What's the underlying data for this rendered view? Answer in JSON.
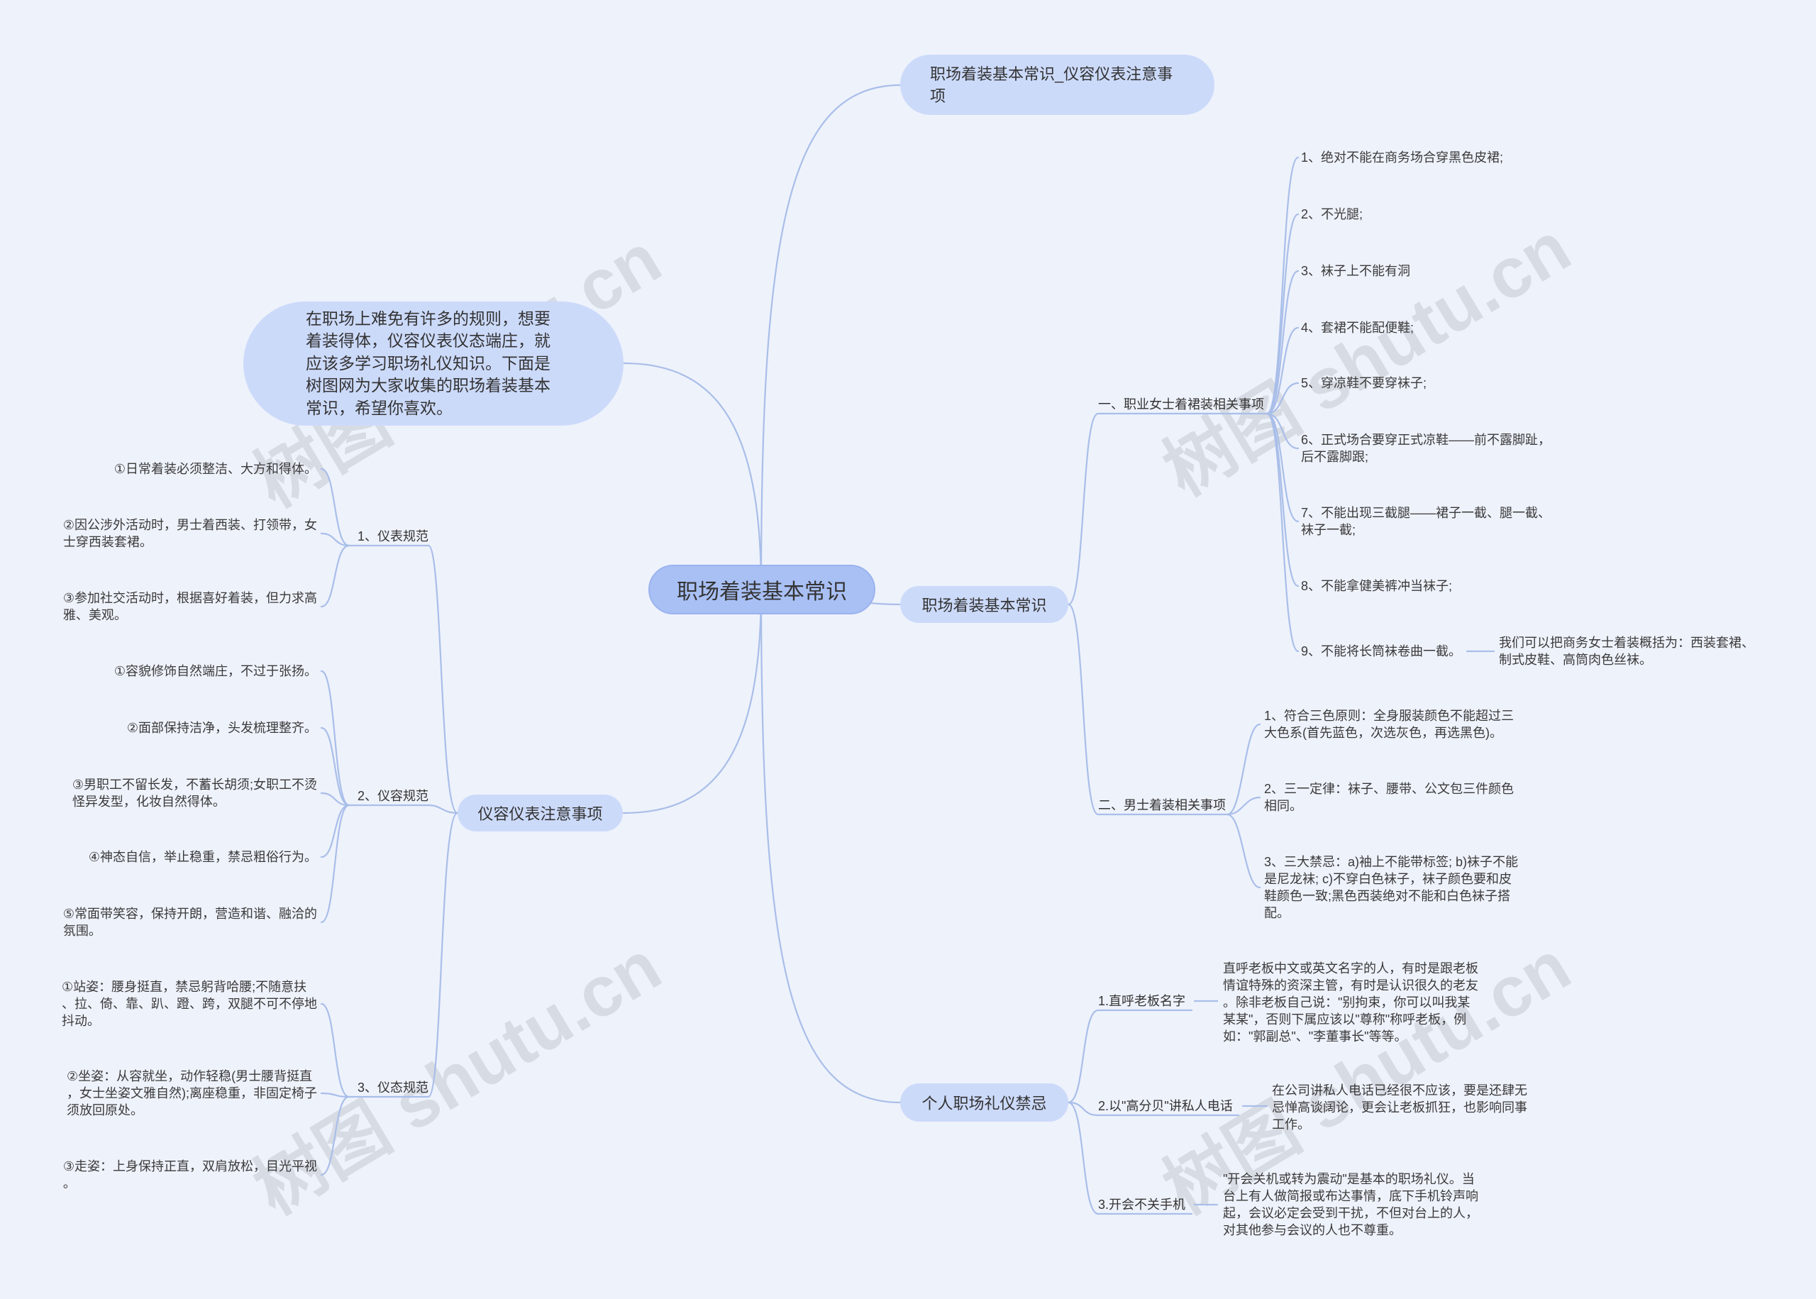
{
  "colors": {
    "background": "#eef2fb",
    "center_node": "#a9c0f5",
    "node": "#ccdafa",
    "connector": "#a9bee9",
    "text": "#333333"
  },
  "watermark": "树图 shutu.cn",
  "center": {
    "label": "职场着装基本常识"
  },
  "title_node": {
    "lines": [
      "职场着装基本常识_仪容仪表注意事",
      "项"
    ]
  },
  "intro": {
    "lines": [
      "在职场上难免有许多的规则，想要",
      "着装得体，仪容仪表仪态端庄，就",
      "应该多学习职场礼仪知识。下面是",
      "树图网为大家收集的职场着装基本",
      "常识，希望你喜欢。"
    ]
  },
  "basics": {
    "label": "职场着装基本常识",
    "women": {
      "label": "一、职业女士着裙装相关事项",
      "items": [
        [
          "1、绝对不能在商务场合穿黑色皮裙;"
        ],
        [
          "2、不光腿;"
        ],
        [
          "3、袜子上不能有洞"
        ],
        [
          "4、套裙不能配便鞋;"
        ],
        [
          "5、穿凉鞋不要穿袜子;"
        ],
        [
          "6、正式场合要穿正式凉鞋——前不露脚趾，",
          "后不露脚跟;"
        ],
        [
          "7、不能出现三截腿——裙子一截、腿一截、",
          "袜子一截;"
        ],
        [
          "8、不能拿健美裤冲当袜子;"
        ],
        [
          "9、不能将长筒袜卷曲一截。"
        ]
      ],
      "summary": [
        "我们可以把商务女士着装概括为：西装套裙、",
        "制式皮鞋、高筒肉色丝袜。"
      ]
    },
    "men": {
      "label": "二、男士着装相关事项",
      "items": [
        [
          "1、符合三色原则：全身服装颜色不能超过三",
          "大色系(首先蓝色，次选灰色，再选黑色)。"
        ],
        [
          "2、三一定律：袜子、腰带、公文包三件颜色",
          "相同。"
        ],
        [
          "3、三大禁忌：a)袖上不能带标签; b)袜子不能",
          "是尼龙袜; c)不穿白色袜子，袜子颜色要和皮",
          "鞋颜色一致;黑色西装绝对不能和白色袜子搭",
          "配。"
        ]
      ]
    }
  },
  "taboos": {
    "label": "个人职场礼仪禁忌",
    "items": [
      {
        "label": "1.直呼老板名字",
        "lines": [
          "直呼老板中文或英文名字的人，有时是跟老板",
          "情谊特殊的资深主管，有时是认识很久的老友",
          "。除非老板自己说：\"别拘束，你可以叫我某",
          "某某\"，否则下属应该以\"尊称\"称呼老板，例",
          "如：\"郭副总\"、\"李董事长\"等等。"
        ]
      },
      {
        "label": "2.以\"高分贝\"讲私人电话",
        "lines": [
          "在公司讲私人电话已经很不应该，要是还肆无",
          "忌惮高谈阔论，更会让老板抓狂，也影响同事",
          "工作。"
        ]
      },
      {
        "label": "3.开会不关手机",
        "lines": [
          "\"开会关机或转为震动\"是基本的职场礼仪。当",
          "台上有人做简报或布达事情，底下手机铃声响",
          "起，会议必定会受到干扰，不但对台上的人，",
          "对其他参与会议的人也不尊重。"
        ]
      }
    ]
  },
  "appearance": {
    "label": "仪容仪表注意事项",
    "groups": [
      {
        "label": "1、仪表规范",
        "items": [
          [
            "①日常着装必须整洁、大方和得体。"
          ],
          [
            "②因公涉外活动时，男士着西装、打领带，女",
            "士穿西装套裙。"
          ],
          [
            "③参加社交活动时，根据喜好着装，但力求高",
            "雅、美观。"
          ]
        ]
      },
      {
        "label": "2、仪容规范",
        "items": [
          [
            "①容貌修饰自然端庄，不过于张扬。"
          ],
          [
            "②面部保持洁净，头发梳理整齐。"
          ],
          [
            "③男职工不留长发，不蓄长胡须;女职工不烫",
            "怪异发型，化妆自然得体。"
          ],
          [
            "④神态自信，举止稳重，禁忌粗俗行为。"
          ],
          [
            "⑤常面带笑容，保持开朗，营造和谐、融洽的",
            "氛围。"
          ]
        ]
      },
      {
        "label": "3、仪态规范",
        "items": [
          [
            "①站姿：腰身挺直，禁忌躬背哈腰;不随意扶",
            "、拉、倚、靠、趴、蹬、跨，双腿不可不停地",
            "抖动。"
          ],
          [
            "②坐姿：从容就坐，动作轻稳(男士腰背挺直",
            "，女士坐姿文雅自然);离座稳重，非固定椅子",
            "须放回原处。"
          ],
          [
            "③走姿：上身保持正直，双肩放松，目光平视",
            "。"
          ]
        ]
      }
    ]
  }
}
